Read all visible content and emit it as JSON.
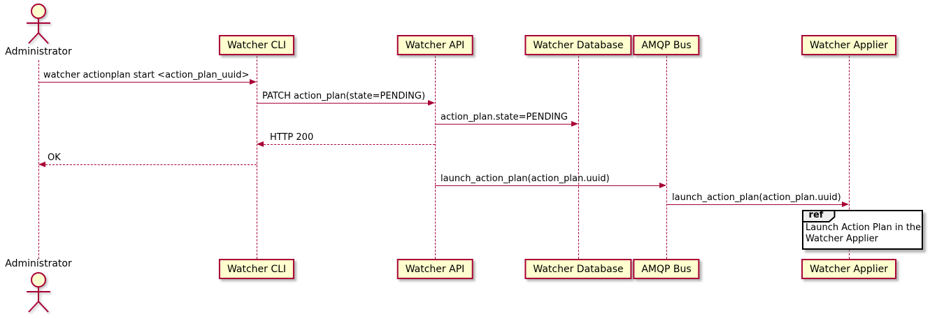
{
  "diagram_type": "uml-sequence-diagram",
  "colors": {
    "participant_fill": "#FEFECE",
    "participant_border": "#A80036",
    "arrow": "#A80036",
    "lifeline": "#A80036",
    "text": "#000000",
    "ref_border": "#000000",
    "ref_tab_fill": "#EEEEEE",
    "background": "#FFFFFF"
  },
  "actor": {
    "name": "Administrator"
  },
  "participants": [
    {
      "label": "Watcher CLI"
    },
    {
      "label": "Watcher API"
    },
    {
      "label": "Watcher Database"
    },
    {
      "label": "AMQP Bus"
    },
    {
      "label": "Watcher Applier"
    }
  ],
  "messages": [
    {
      "from": "Administrator",
      "to": "Watcher CLI",
      "style": "solid",
      "label": "watcher actionplan start <action_plan_uuid>"
    },
    {
      "from": "Watcher CLI",
      "to": "Watcher API",
      "style": "solid",
      "label": "PATCH action_plan(state=PENDING)"
    },
    {
      "from": "Watcher API",
      "to": "Watcher Database",
      "style": "solid",
      "label": "action_plan.state=PENDING"
    },
    {
      "from": "Watcher API",
      "to": "Watcher CLI",
      "style": "dashed-return",
      "label": "HTTP 200"
    },
    {
      "from": "Watcher CLI",
      "to": "Administrator",
      "style": "dashed-return",
      "label": "OK"
    },
    {
      "from": "Watcher API",
      "to": "AMQP Bus",
      "style": "solid",
      "label": "launch_action_plan(action_plan.uuid)"
    },
    {
      "from": "AMQP Bus",
      "to": "Watcher Applier",
      "style": "solid",
      "label": "launch_action_plan(action_plan.uuid)"
    }
  ],
  "ref": {
    "keyword": "ref",
    "lines": [
      "Launch Action Plan in the",
      "Watcher Applier"
    ]
  }
}
